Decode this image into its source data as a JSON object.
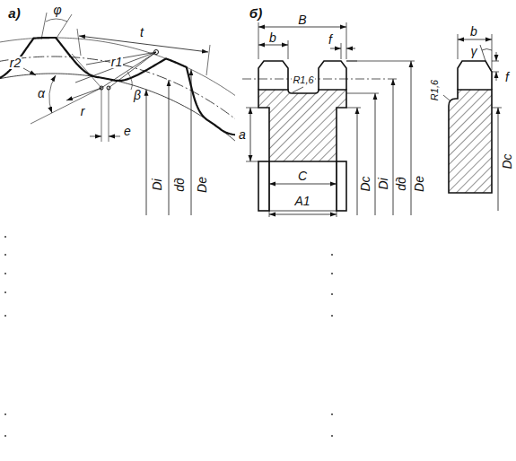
{
  "diagram": {
    "labels": [
      "а)",
      "φ",
      "t",
      "r2",
      "r1",
      "β",
      "r",
      "α",
      "e",
      "Di",
      "dд",
      "De",
      "б)",
      "B",
      "b",
      "f",
      "R1,6",
      "a",
      "C",
      "A1",
      "Dc",
      "Di",
      "dд",
      "De",
      "b",
      "γ",
      "f",
      "R1,6",
      "Dc"
    ]
  }
}
